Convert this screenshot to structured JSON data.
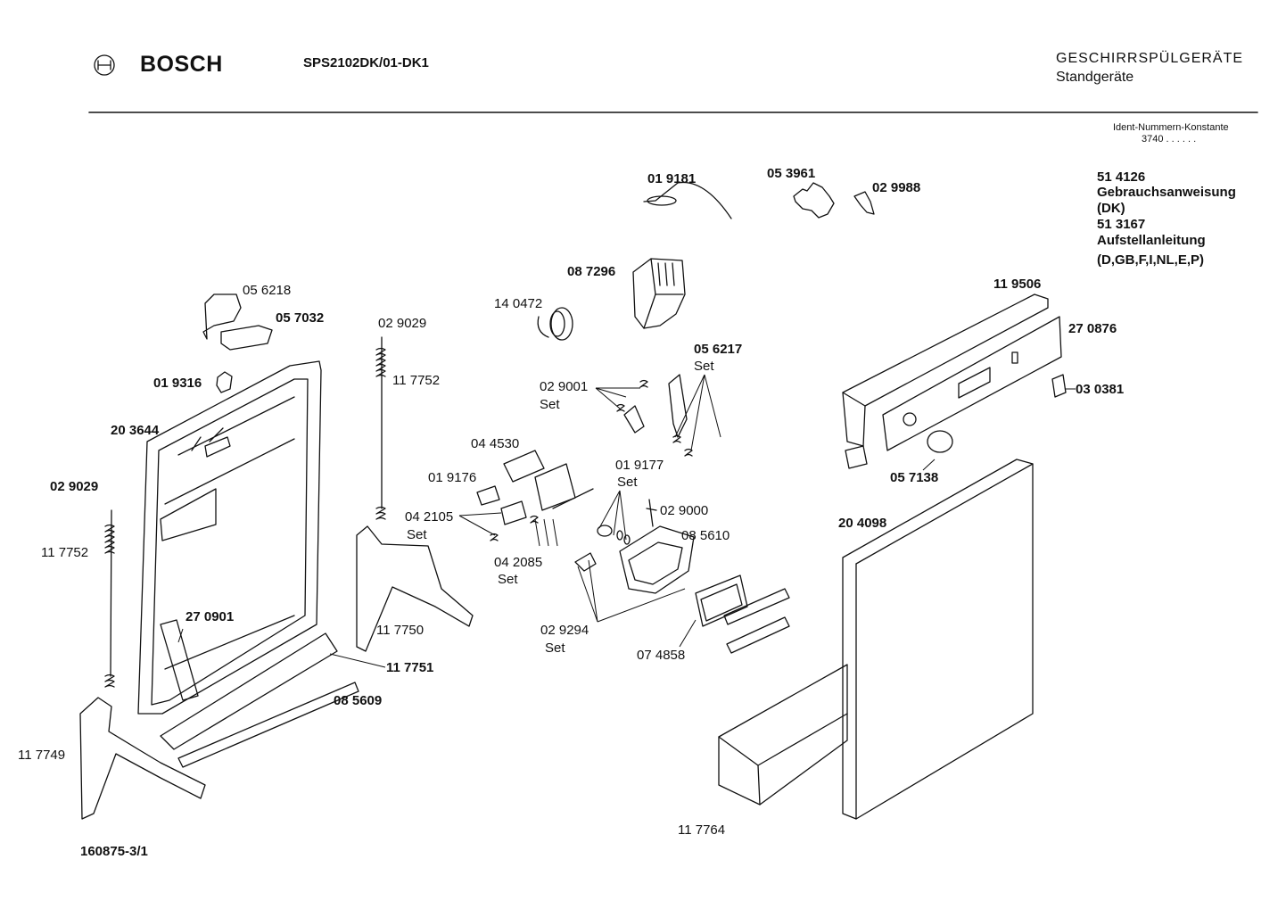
{
  "header": {
    "brand": "BOSCH",
    "model": "SPS2102DK/01-DK1",
    "category": "GESCHIRRSPÜLGERÄTE",
    "subcategory": "Standgeräte",
    "ident_label": "Ident-Nummern-Konstante",
    "ident_value": "3740  . .   . . . ."
  },
  "notes": [
    "51 4126",
    "Gebrauchsanweisung",
    "(DK)",
    "51 3167",
    "Aufstellanleitung",
    "(D,GB,F,I,NL,E,P)"
  ],
  "parts": {
    "p019181": "01 9181",
    "p053961": "05 3961",
    "p029988": "02 9988",
    "p087296": "08 7296",
    "p140472": "14 0472",
    "p056218": "05 6218",
    "p057032": "05 7032",
    "p029029a": "02 9029",
    "p117752a": "11 7752",
    "p019316": "01 9316",
    "p203644": "20 3644",
    "p029029b": "02 9029",
    "p117752b": "11 7752",
    "p270901": "27 0901",
    "p117749": "11 7749",
    "p085609": "08 5609",
    "p117751": "11 7751",
    "p117750": "11 7750",
    "p044530": "04 4530",
    "p019176": "01 9176",
    "p042105": "04 2105",
    "set_a": "Set",
    "p042085": "04 2085",
    "set_b": "Set",
    "p029001": "02 9001",
    "set_c": "Set",
    "p056217": "05 6217",
    "set_d": "Set",
    "p019177": "01 9177",
    "set_e": "Set",
    "p029000": "02 9000",
    "p085610": "08 5610",
    "p029294": "02 9294",
    "set_f": "Set",
    "p074858": "07 4858",
    "p119506": "11 9506",
    "p270876": "27 0876",
    "p030381": "03 0381",
    "p057138": "05 7138",
    "p204098": "20 4098",
    "p117764": "11 7764"
  },
  "footer": {
    "drawing_no": "160875-3/1"
  }
}
